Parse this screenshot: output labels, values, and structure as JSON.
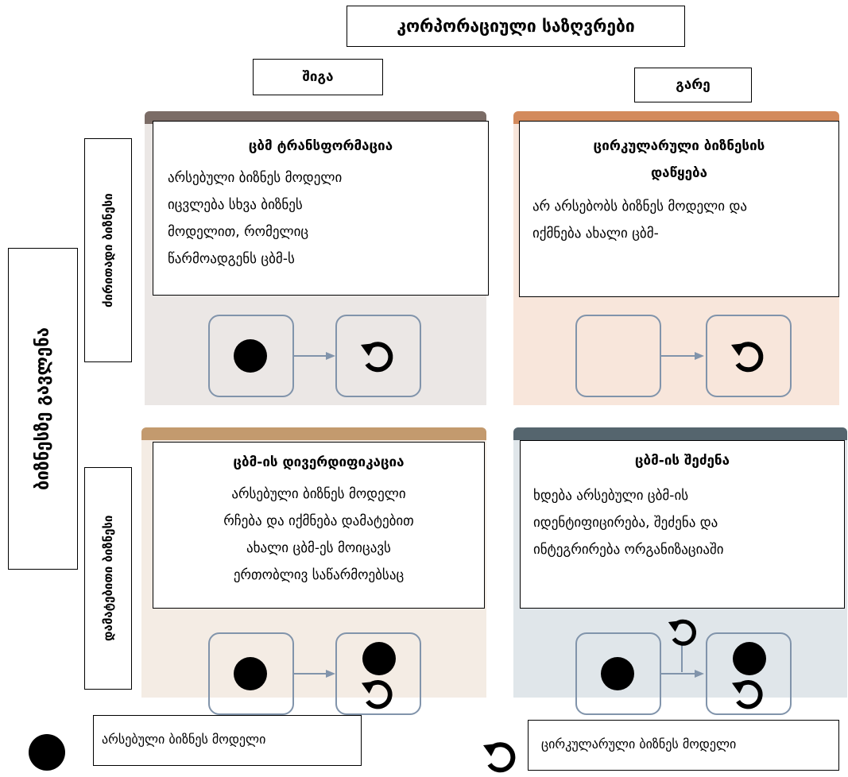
{
  "title": "კორპორაციული საზღვრები",
  "col_internal": "შიგა",
  "col_external": "გარე",
  "side_label": "ბიზნესზე გავლენა",
  "row_top": "ძირითადი ბიზნესი",
  "row_bottom": "დამატებითი ბიზნესი",
  "quadrants": {
    "tl": {
      "title": "ცბმ ტრანსფორმაცია",
      "lines": [
        "არსებული ბიზნეს მოდელი",
        "იცვლება სხვა ბიზნეს",
        "მოდელით, რომელიც",
        "წარმოადგენს ცბმ-ს"
      ]
    },
    "tr": {
      "title_lines": [
        "ცირკულარული ბიზნესის",
        "დაწყება"
      ],
      "lines": [
        "არ არსებობს ბიზნეს მოდელი და",
        "იქმნება ახალი  ცბმ-"
      ]
    },
    "bl": {
      "title": "ცბმ-ის დივერდიფიკაცია",
      "lines": [
        "არსებული ბიზნეს მოდელი",
        "რჩება და იქმნება დამატებით",
        "ახალი ცბმ-ეს მოიცავს",
        "ერთობლივ საწარმოებსაც"
      ]
    },
    "br": {
      "title": "ცბმ-ის შეძენა",
      "lines": [
        "ხდება არსებული ცბმ-ის",
        "იდენტიფიცირება, შეძენა და",
        "ინტეგრირება ორგანიზაციაში"
      ]
    }
  },
  "legend": {
    "existing": "არსებული ბიზნეს მოდელი",
    "circular": "ცირკულარული ბიზნეს მოდელი"
  },
  "colors": {
    "tl_header": "#7b6c66",
    "tl_bg": "#ebe7e5",
    "tr_header": "#d38a5c",
    "tr_bg": "#f8e6db",
    "bl_header": "#c39a6e",
    "bl_bg": "#f4ece4",
    "br_header": "#55656e",
    "br_bg": "#e0e6ea",
    "slot_border": "#8194ab"
  }
}
